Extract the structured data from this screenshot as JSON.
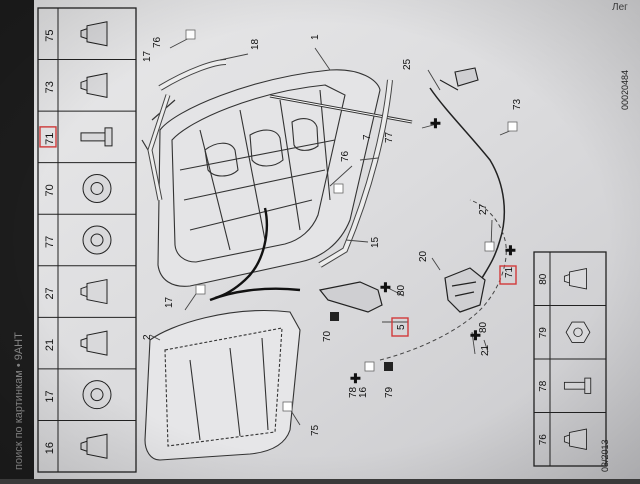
{
  "side_caption": "поиск по картинкам • 9АНТ",
  "corner_text": "Лег",
  "date_code": "03/2013",
  "doc_code": "00020484",
  "highlight_color": "#d23a3a",
  "parts_strip": [
    {
      "num": "16",
      "icon": "clip-icon",
      "boxed": false
    },
    {
      "num": "17",
      "icon": "washer-icon",
      "boxed": false
    },
    {
      "num": "21",
      "icon": "push-rivet-icon",
      "boxed": false
    },
    {
      "num": "27",
      "icon": "bracket-clip-icon",
      "boxed": false
    },
    {
      "num": "77",
      "icon": "grommet-icon",
      "boxed": false
    },
    {
      "num": "70",
      "icon": "ring-nut-icon",
      "boxed": false
    },
    {
      "num": "71",
      "icon": "screw-icon",
      "boxed": true
    },
    {
      "num": "73",
      "icon": "cable-clip-icon",
      "boxed": false
    },
    {
      "num": "75",
      "icon": "push-pin-icon",
      "boxed": false
    }
  ],
  "parts_strip_lower": [
    {
      "num": "76",
      "icon": "fir-tree-clip-icon"
    },
    {
      "num": "78",
      "icon": "bolt-icon"
    },
    {
      "num": "79",
      "icon": "nut-icon"
    },
    {
      "num": "80",
      "icon": "stud-clip-icon"
    }
  ],
  "callouts": [
    {
      "num": "1"
    },
    {
      "num": "2"
    },
    {
      "num": "5",
      "boxed": true
    },
    {
      "num": "7"
    },
    {
      "num": "15"
    },
    {
      "num": "16"
    },
    {
      "num": "17"
    },
    {
      "num": "17"
    },
    {
      "num": "18"
    },
    {
      "num": "20"
    },
    {
      "num": "21"
    },
    {
      "num": "25"
    },
    {
      "num": "27"
    },
    {
      "num": "70"
    },
    {
      "num": "71",
      "boxed": true
    },
    {
      "num": "73"
    },
    {
      "num": "75"
    },
    {
      "num": "76"
    },
    {
      "num": "76"
    },
    {
      "num": "77"
    },
    {
      "num": "78"
    },
    {
      "num": "79"
    },
    {
      "num": "80"
    },
    {
      "num": "80"
    }
  ]
}
